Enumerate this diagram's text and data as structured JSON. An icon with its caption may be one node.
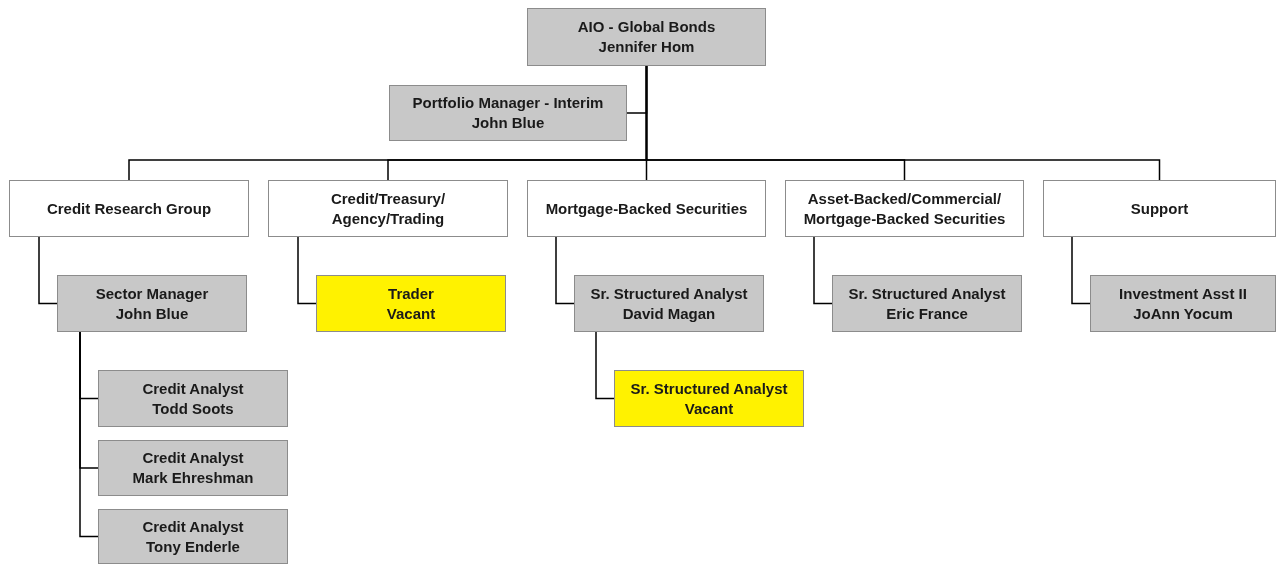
{
  "diagram": {
    "nodes": [
      {
        "text": [
          "AIO - Global Bonds",
          "Jennifer Hom"
        ]
      },
      {
        "text": [
          "Portfolio Manager - Interim",
          "John Blue"
        ]
      },
      {
        "text": [
          "Credit Research Group"
        ]
      },
      {
        "text": [
          "Credit/Treasury/ Agency/Trading"
        ]
      },
      {
        "text": [
          "Mortgage-Backed Securities"
        ]
      },
      {
        "text": [
          "Asset-Backed/Commercial/ Mortgage-Backed Securities"
        ]
      },
      {
        "text": [
          "Support"
        ]
      },
      {
        "text": [
          "Sector Manager",
          "John Blue"
        ]
      },
      {
        "text": [
          "Trader",
          "Vacant"
        ]
      },
      {
        "text": [
          "Sr. Structured Analyst",
          "David Magan"
        ]
      },
      {
        "text": [
          "Sr. Structured Analyst",
          "Eric France"
        ]
      },
      {
        "text": [
          "Investment Asst II",
          "JoAnn Yocum"
        ]
      },
      {
        "text": [
          "Sr. Structured Analyst",
          "Vacant"
        ]
      },
      {
        "text": [
          "Credit Analyst",
          "Todd Soots"
        ]
      },
      {
        "text": [
          "Credit Analyst",
          "Mark Ehreshman"
        ]
      },
      {
        "text": [
          "Credit Analyst",
          "Tony Enderle"
        ]
      }
    ],
    "edges": [
      {
        "from": 0,
        "to": 1,
        "arrow": "none"
      },
      {
        "from": 0,
        "to": 2,
        "arrow": "none"
      },
      {
        "from": 0,
        "to": 3,
        "arrow": "none"
      },
      {
        "from": 0,
        "to": 4,
        "arrow": "none"
      },
      {
        "from": 0,
        "to": 5,
        "arrow": "none"
      },
      {
        "from": 0,
        "to": 6,
        "arrow": "none"
      },
      {
        "from": 2,
        "to": 7,
        "arrow": "none"
      },
      {
        "from": 3,
        "to": 8,
        "arrow": "none"
      },
      {
        "from": 4,
        "to": 9,
        "arrow": "none"
      },
      {
        "from": 5,
        "to": 10,
        "arrow": "none"
      },
      {
        "from": 6,
        "to": 11,
        "arrow": "none"
      },
      {
        "from": 9,
        "to": 12,
        "arrow": "none"
      },
      {
        "from": 7,
        "to": 13,
        "arrow": "none"
      },
      {
        "from": 7,
        "to": 14,
        "arrow": "none"
      },
      {
        "from": 7,
        "to": 15,
        "arrow": "none"
      }
    ]
  }
}
